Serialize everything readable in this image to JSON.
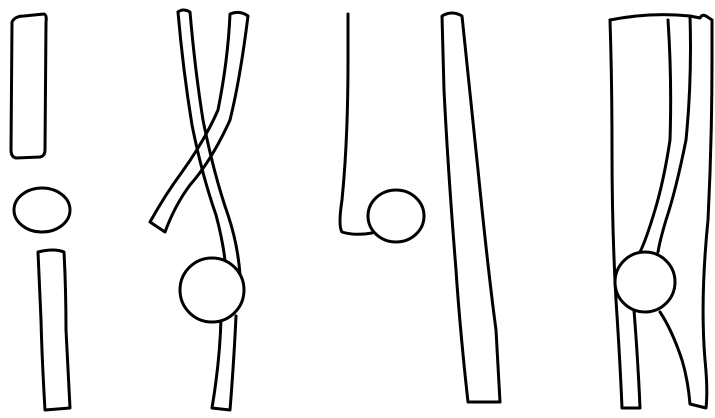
{
  "figure": {
    "panels": [
      {
        "id": "panel-1"
      },
      {
        "id": "panel-2"
      },
      {
        "id": "panel-3"
      },
      {
        "id": "panel-4"
      }
    ]
  }
}
